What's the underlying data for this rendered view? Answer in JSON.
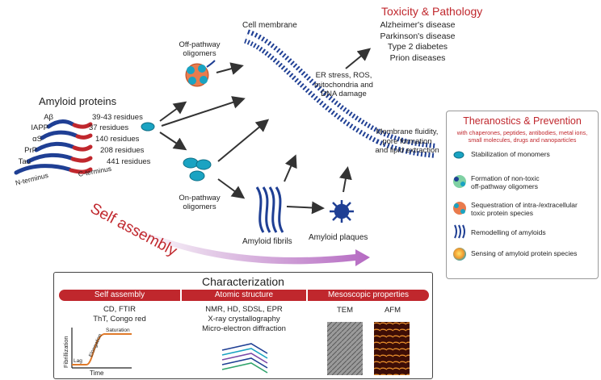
{
  "toxicity": {
    "title": "Toxicity & Pathology",
    "diseases": [
      "Alzheimer's disease",
      "Parkinson's disease",
      "Type 2 diabetes",
      "Prion diseases"
    ]
  },
  "cell_membrane_label": "Cell membrane",
  "off_pathway_label": "Off-pathway\noligomers",
  "on_pathway_label": "On-pathway\noligomers",
  "er_stress_label": "ER stress, ROS,\nmitochondria and\nDNA damage",
  "membrane_fluidity_label": "Membrane fluidity,\npore formation\nand lipid extraction",
  "amyloid_proteins": {
    "title": "Amyloid proteins",
    "proteins": [
      {
        "name": "Aβ",
        "residues": "39-43 residues"
      },
      {
        "name": "IAPP",
        "residues": "37 residues"
      },
      {
        "name": "αS",
        "residues": "140 residues"
      },
      {
        "name": "PrP",
        "residues": "208 residues"
      },
      {
        "name": "Tau",
        "residues": "441 residues"
      }
    ],
    "n_terminus": "N-terminus",
    "c_terminus": "C-terminus"
  },
  "self_assembly_label": "Self assembly",
  "amyloid_fibrils_label": "Amyloid fibrils",
  "amyloid_plaques_label": "Amyloid plaques",
  "theranostics": {
    "title": "Theranostics & Prevention",
    "subtitle": "with chaperones, peptides, antibodies, metal ions,\nsmall molecules, drugs and nanoparticles",
    "items": [
      "Stabilization of monomers",
      "Formation of non-toxic\noff-pathway oligomers",
      "Sequestration of intra-/extracellular\ntoxic protein species",
      "Remodelling of amyloids",
      "Sensing of amyloid protein species"
    ]
  },
  "characterization": {
    "title": "Characterization",
    "sections": [
      {
        "header": "Self assembly",
        "lines": [
          "CD, FTIR",
          "ThT, Congo red"
        ]
      },
      {
        "header": "Atomic structure",
        "lines": [
          "NMR, HD, SDSL, EPR",
          "X-ray crystallography",
          "Micro-electron diffraction"
        ]
      },
      {
        "header": "Mesoscopic properties",
        "lines": [
          "TEM",
          "AFM"
        ]
      }
    ],
    "plot": {
      "xlabel": "Time",
      "ylabel": "Fibrillization",
      "lag": "Lag",
      "elongation": "Elongation",
      "saturation": "Saturation"
    }
  },
  "colors": {
    "red": "#c0272d",
    "blue": "#1f3f94",
    "teal": "#1aa3c2",
    "accent_text": "#c0272d"
  }
}
